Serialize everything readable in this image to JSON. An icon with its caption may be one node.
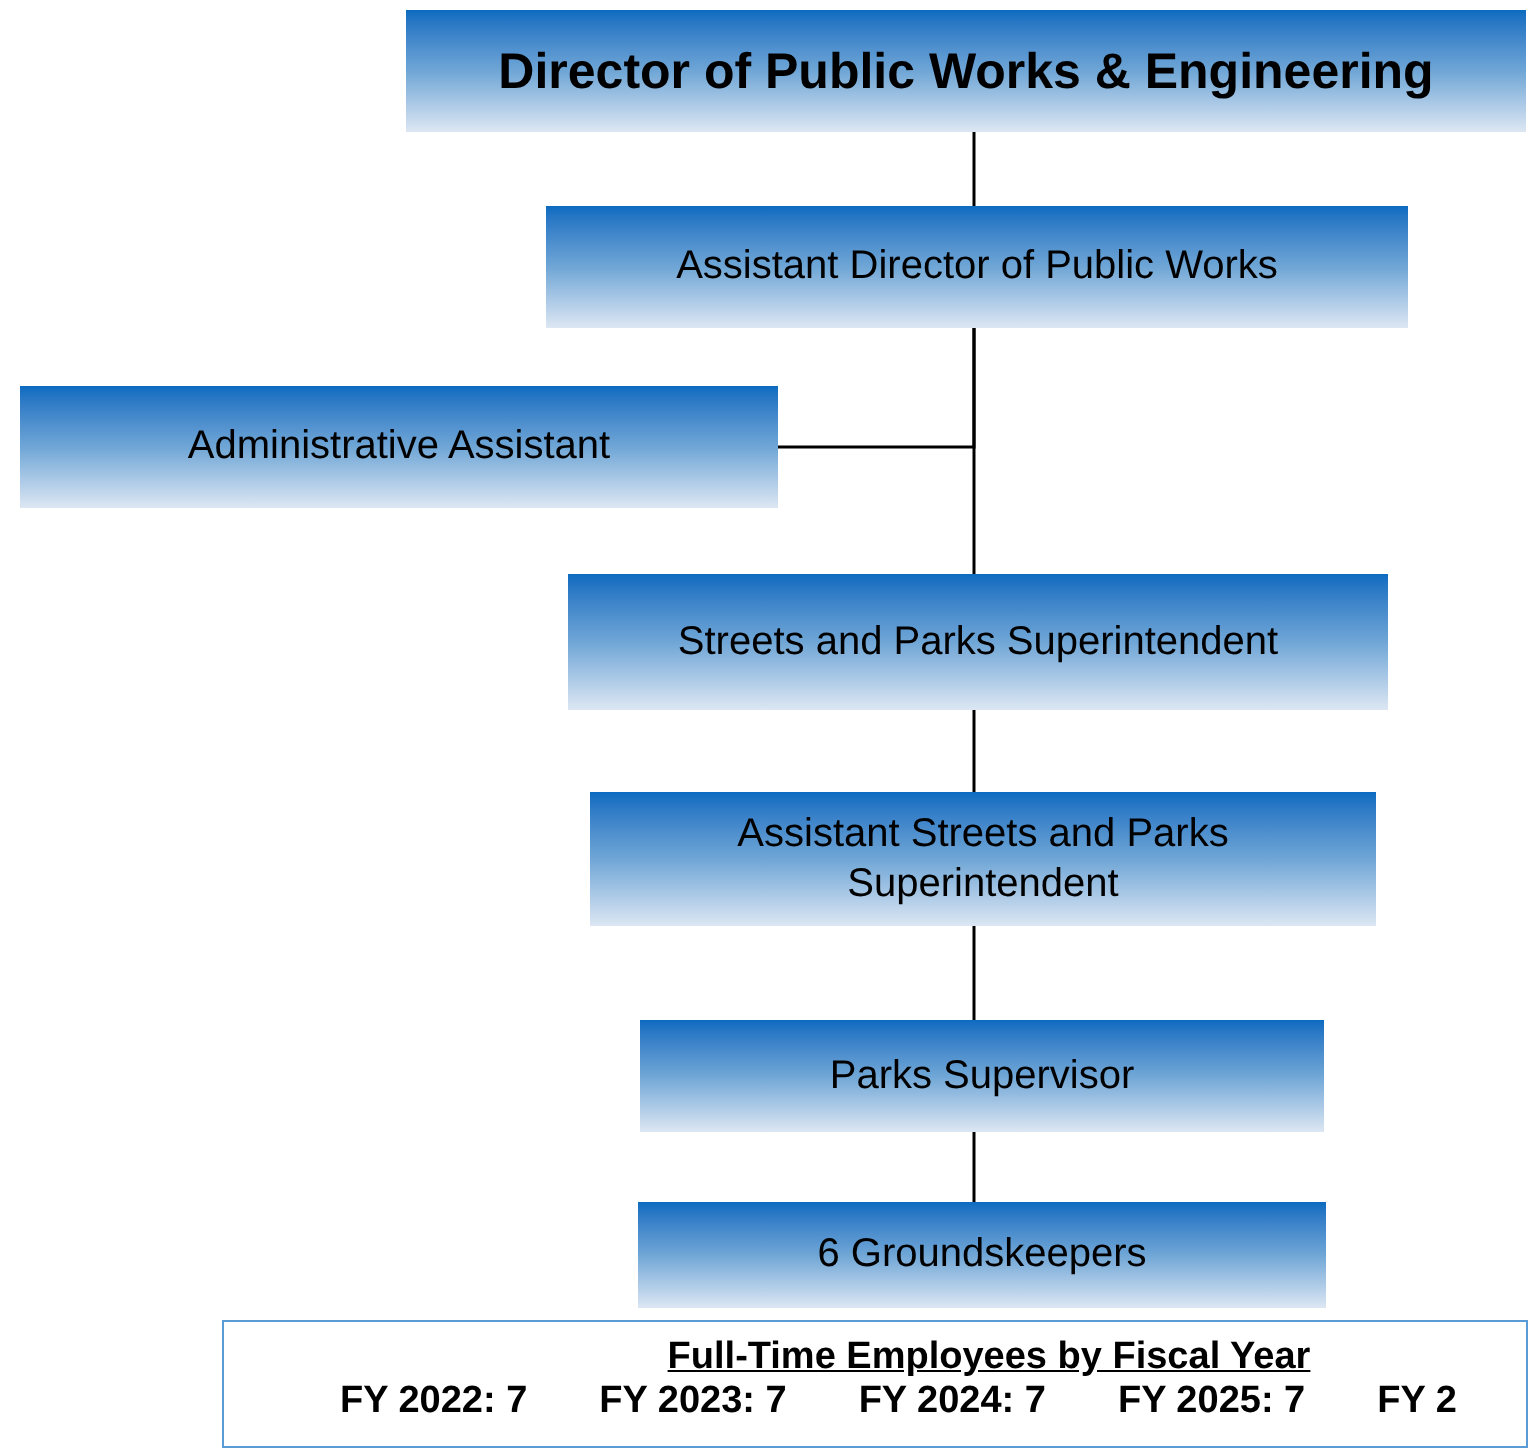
{
  "diagram": {
    "nodes": [
      {
        "text": [
          "Director of Public Works & Engineering"
        ]
      },
      {
        "text": [
          "Assistant Director of Public Works"
        ]
      },
      {
        "text": [
          "Administrative Assistant"
        ]
      },
      {
        "text": [
          "Streets and Parks Superintendent"
        ]
      },
      {
        "text": [
          "Assistant Streets and Parks Superintendent"
        ]
      },
      {
        "text": [
          "Parks Supervisor"
        ]
      },
      {
        "text": [
          "6 Groundskeepers"
        ]
      },
      {
        "text": [
          "Full-Time Employees by Fiscal Year",
          "FY 2022: 7",
          "FY 2023: 7",
          "FY 2024: 7",
          "FY 2025: 7",
          "FY 2"
        ]
      }
    ],
    "edges": [
      {
        "from": 0,
        "to": 1,
        "arrow": "none"
      },
      {
        "from": 1,
        "to": 2,
        "arrow": "none"
      },
      {
        "from": 1,
        "to": 3,
        "arrow": "none"
      },
      {
        "from": 3,
        "to": 4,
        "arrow": "none"
      },
      {
        "from": 4,
        "to": 5,
        "arrow": "none"
      },
      {
        "from": 5,
        "to": 6,
        "arrow": "none"
      }
    ]
  }
}
